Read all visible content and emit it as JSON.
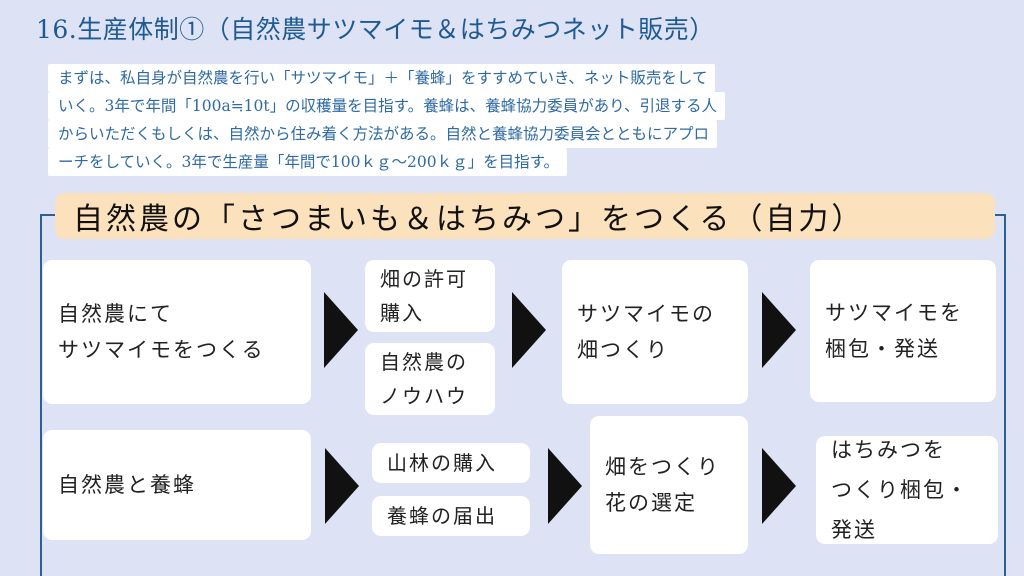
{
  "title": "16.生産体制①（自然農サツマイモ＆はちみつネット販売）",
  "intro_lines": [
    "まずは、私自身が自然農を行い「サツマイモ」＋「養蜂」をすすめていき、ネット販売をして",
    "いく。3年で年間「100a≒10t」の収穫量を目指す。養蜂は、養蜂協力委員があり、引退する人",
    "からいただくもしくは、自然から住み着く方法がある。自然と養蜂協力委員会とともにアプロ",
    "ーチをしていく。3年で生産量「年間で100ｋｇ～200ｋｇ」を目指す。"
  ],
  "banner": "自然農の「さつまいも＆はちみつ」をつくる（自力）",
  "row1": {
    "start": "自然農にて\nサツマイモをつくる",
    "req1": "畑の許可\n購入",
    "req2": "自然農の\nノウハウ",
    "step": "サツマイモの\n畑つくり",
    "end": "サツマイモを\n梱包・発送"
  },
  "row2": {
    "start": "自然農と養蜂",
    "req1": "山林の購入",
    "req2": "養蜂の届出",
    "step": "畑をつくり\n花の選定",
    "end": "はちみつを\nつくり梱包・\n発送"
  }
}
